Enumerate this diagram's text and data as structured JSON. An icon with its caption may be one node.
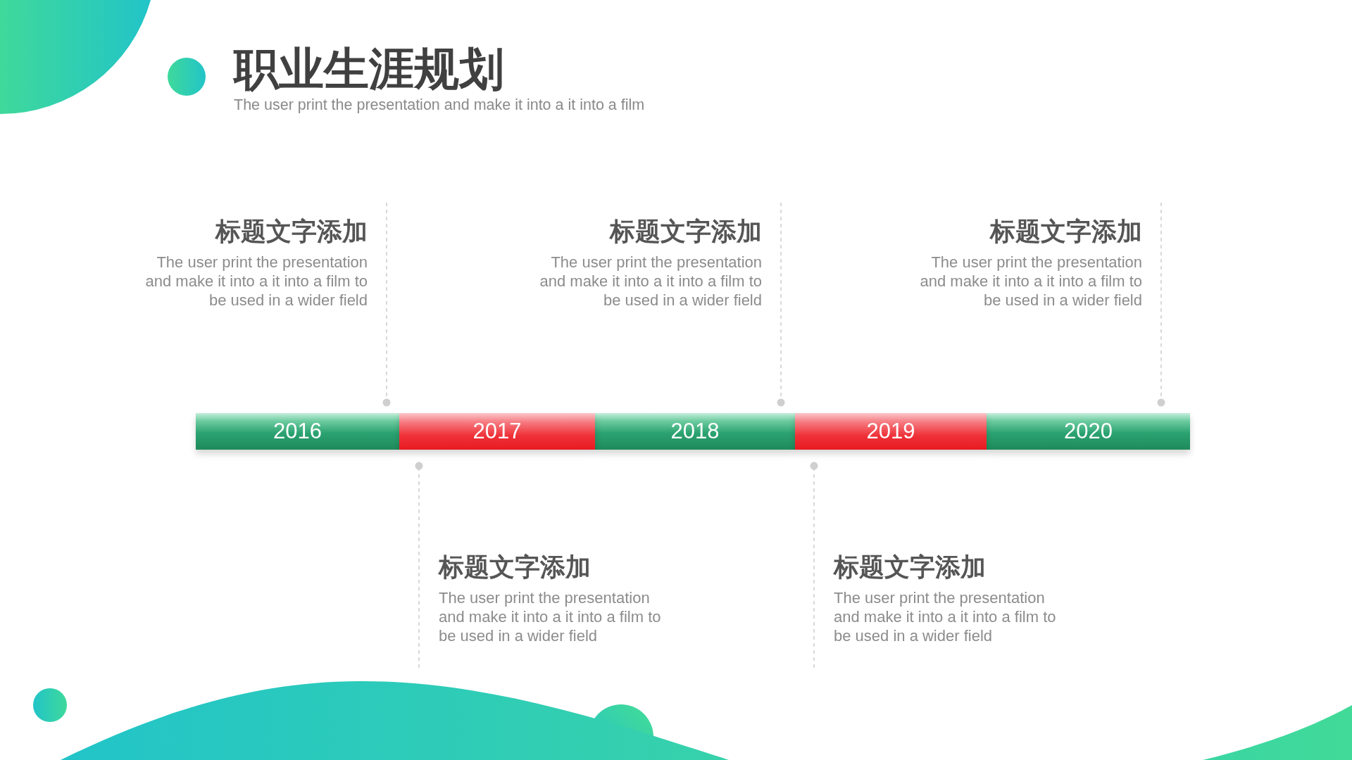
{
  "diagram": {
    "title": "职业生涯规划",
    "nodes": [
      {
        "text": [
          "标题文字添加",
          "The user print the presentation and make it into a it into a film to be used in a wider field"
        ]
      },
      {
        "text": [
          "标题文字添加",
          "The user print the presentation and make it into a it into a film to be used in a wider field"
        ]
      },
      {
        "text": [
          "标题文字添加",
          "The user print the presentation and make it into a it into a film to be used in a wider field"
        ]
      },
      {
        "text": [
          "2016"
        ]
      },
      {
        "text": [
          "2017"
        ]
      },
      {
        "text": [
          "2018"
        ]
      },
      {
        "text": [
          "2019"
        ]
      },
      {
        "text": [
          "2020"
        ]
      },
      {
        "text": [
          "标题文字添加",
          "The user print the presentation and make it into a it into a film to be used in a wider field"
        ]
      },
      {
        "text": [
          "标题文字添加",
          "The user print the presentation and make it into a it into a film to be used in a wider field"
        ]
      }
    ],
    "edges": [
      {
        "from": 0,
        "to": 3,
        "arrow": "other",
        "style": "dashed"
      },
      {
        "from": 1,
        "to": 5,
        "arrow": "other",
        "style": "dashed"
      },
      {
        "from": 2,
        "to": 7,
        "arrow": "other",
        "style": "dashed"
      },
      {
        "from": 8,
        "to": 4,
        "arrow": "other",
        "style": "dashed"
      },
      {
        "from": 9,
        "to": 6,
        "arrow": "other",
        "style": "dashed"
      }
    ],
    "labels": [
      "The user print the presentation and make it into a it into a film"
    ]
  }
}
